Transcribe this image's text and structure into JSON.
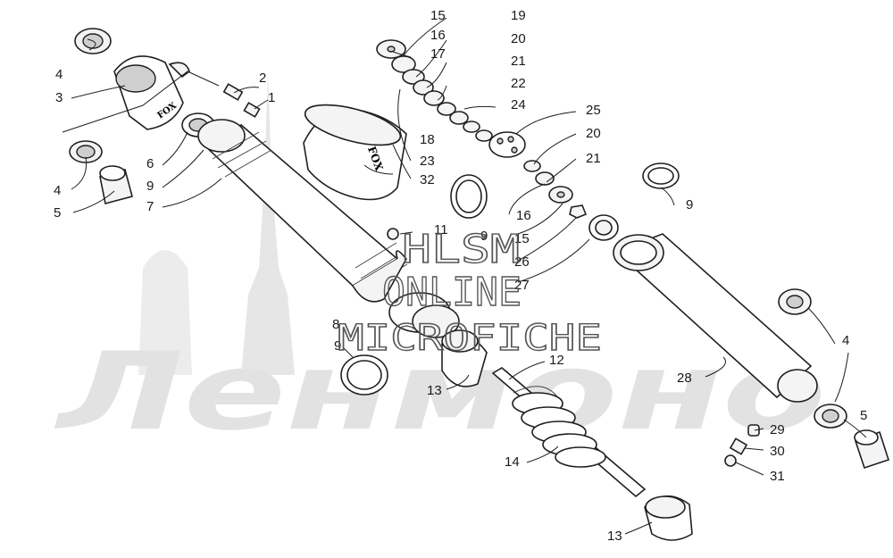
{
  "watermarks": {
    "line1": "HLSM",
    "line2": "ONLINE",
    "line3": "MICROFICHE",
    "brand": "Ленмоно"
  },
  "logos": {
    "cap_logo": "FOX",
    "reservoir_logo": "FOX"
  },
  "callouts": [
    {
      "id": "c1",
      "text": "1"
    },
    {
      "id": "c2",
      "text": "2"
    },
    {
      "id": "c3",
      "text": "3"
    },
    {
      "id": "c4a",
      "text": "4"
    },
    {
      "id": "c4b",
      "text": "4"
    },
    {
      "id": "c4c",
      "text": "4"
    },
    {
      "id": "c5a",
      "text": "5"
    },
    {
      "id": "c5b",
      "text": "5"
    },
    {
      "id": "c6",
      "text": "6"
    },
    {
      "id": "c7",
      "text": "7"
    },
    {
      "id": "c8",
      "text": "8"
    },
    {
      "id": "c9a",
      "text": "9"
    },
    {
      "id": "c9b",
      "text": "9"
    },
    {
      "id": "c9c",
      "text": "9"
    },
    {
      "id": "c9d",
      "text": "9"
    },
    {
      "id": "c11",
      "text": "11"
    },
    {
      "id": "c12",
      "text": "12"
    },
    {
      "id": "c13a",
      "text": "13"
    },
    {
      "id": "c13b",
      "text": "13"
    },
    {
      "id": "c14",
      "text": "14"
    },
    {
      "id": "c15a",
      "text": "15"
    },
    {
      "id": "c15b",
      "text": "15"
    },
    {
      "id": "c16a",
      "text": "16"
    },
    {
      "id": "c16b",
      "text": "16"
    },
    {
      "id": "c17",
      "text": "17"
    },
    {
      "id": "c18",
      "text": "18"
    },
    {
      "id": "c19",
      "text": "19"
    },
    {
      "id": "c20a",
      "text": "20"
    },
    {
      "id": "c20b",
      "text": "20"
    },
    {
      "id": "c21a",
      "text": "21"
    },
    {
      "id": "c21b",
      "text": "21"
    },
    {
      "id": "c22",
      "text": "22"
    },
    {
      "id": "c23",
      "text": "23"
    },
    {
      "id": "c24",
      "text": "24"
    },
    {
      "id": "c25",
      "text": "25"
    },
    {
      "id": "c26",
      "text": "26"
    },
    {
      "id": "c27",
      "text": "27"
    },
    {
      "id": "c28",
      "text": "28"
    },
    {
      "id": "c29",
      "text": "29"
    },
    {
      "id": "c30",
      "text": "30"
    },
    {
      "id": "c31",
      "text": "31"
    },
    {
      "id": "c32",
      "text": "32"
    }
  ]
}
